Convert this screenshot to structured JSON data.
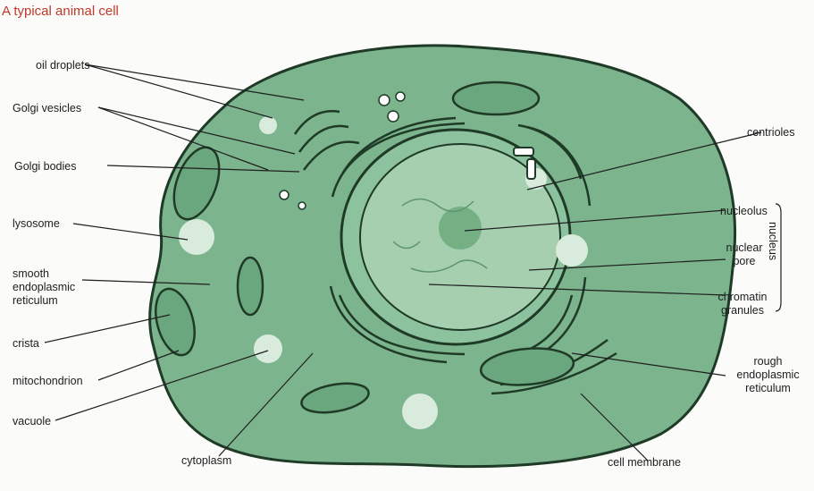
{
  "title": "A typical animal cell",
  "labels": {
    "oil_droplets": "oil droplets",
    "golgi_vesicles": "Golgi vesicles",
    "golgi_bodies": "Golgi bodies",
    "lysosome": "lysosome",
    "smooth_er": "smooth\nendoplasmic\nreticulum",
    "crista": "crista",
    "mitochondrion": "mitochondrion",
    "vacuole": "vacuole",
    "cytoplasm": "cytoplasm",
    "cell_membrane": "cell membrane",
    "centrioles": "centrioles",
    "nucleolus": "nucleolus",
    "nuclear_pore": "nuclear\npore",
    "chromatin_granules": "chromatin\ngranules",
    "rough_er": "rough\nendoplasmic\nreticulum",
    "nucleus": "nucleus"
  },
  "colors": {
    "cytoplasm": "#7bb48d",
    "nucleus": "#a5cfae",
    "outline": "#1f3a27",
    "title": "#c0392b"
  }
}
